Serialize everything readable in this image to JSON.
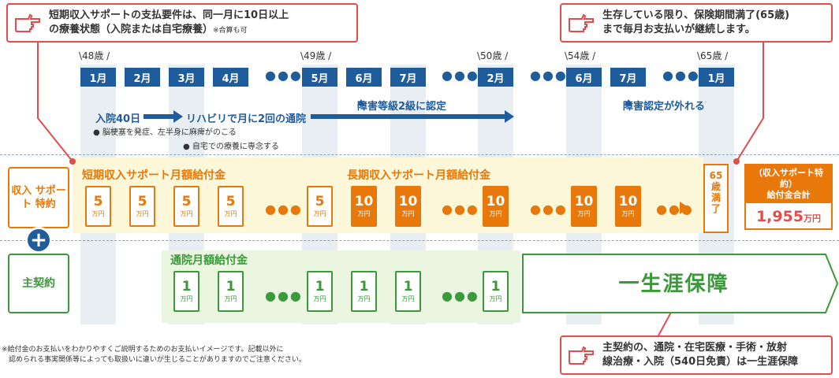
{
  "callout_top_left": {
    "text": "短期収入サポートの支払要件は、同一月に10日以上\nの療養状態（入院または自宅療養）",
    "sub": "※合算も可"
  },
  "callout_top_right": {
    "text": "生存している限り、保険期間満了(65歳)\nまで毎月お支払いが継続します。"
  },
  "callout_bottom_right": {
    "text": "主契約の、通院・在宅医療・手術・放射\n線治療・入院（540日免責）は一生涯保障"
  },
  "ages": [
    "\\48歳 /",
    "\\49歳 /",
    "\\50歳 /",
    "\\54歳 /",
    "\\65歳 /"
  ],
  "months": [
    "1月",
    "2月",
    "3月",
    "4月",
    "5月",
    "6月",
    "7月",
    "2月",
    "6月",
    "7月",
    "1月"
  ],
  "dots": "●●●",
  "events": {
    "hospital": "入院40日",
    "rehab": "リハビリで月に2回の通院",
    "disability": "障害等級2級に認定",
    "disability_removed": "障害認定が外れる",
    "note1": "● 脳梗塞を発症、左半身に麻痺がのこる",
    "note2": "● 自宅での療養に専念する"
  },
  "rows": {
    "income_label": "収入\nサポート\n特約",
    "main_label": "主契約",
    "short_term": "短期収入サポート月額給付金",
    "long_term": "長期収入サポート月額給付金",
    "outpatient": "通院月額給付金",
    "unit": "万円",
    "short_values": [
      "5",
      "5",
      "5",
      "5",
      "5"
    ],
    "long_values": [
      "10",
      "10",
      "10",
      "10",
      "10"
    ],
    "outpatient_values": [
      "1",
      "1",
      "1",
      "1",
      "1",
      "1"
    ],
    "maturity": "65\n歳\n満\n了",
    "lifetime": "一生涯保障"
  },
  "total": {
    "header": "（収入サポート特約）\n給付金合計",
    "value": "1,955",
    "unit": "万円"
  },
  "footnote": "※給付金のお支払いをわかりやすくご説明するためのお支払いイメージです。記載以外に\n　認められる事実関係等によっても取扱いに違いが生じることがありますのでご注意ください。",
  "colors": {
    "blue": "#1e5c9c",
    "orange": "#e8780a",
    "green": "#3a9a3a",
    "red": "#e34c4c"
  }
}
